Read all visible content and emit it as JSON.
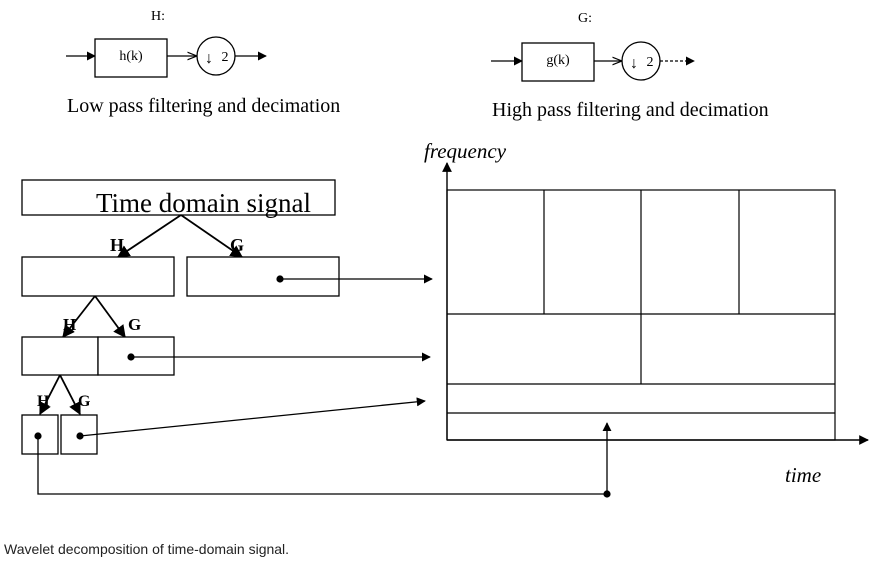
{
  "filters": {
    "lowpass": {
      "label": "H:",
      "block": "h(k)",
      "decimation": "2",
      "caption": "Low pass filtering and decimation"
    },
    "highpass": {
      "label": "G:",
      "block": "g(k)",
      "decimation": "2",
      "caption": "High pass filtering and decimation"
    }
  },
  "tree": {
    "root": "Time domain signal",
    "level1": {
      "low": "H",
      "high": "G"
    },
    "level2": {
      "low": "H",
      "high": "G"
    },
    "level3": {
      "low": "H",
      "high": "G"
    }
  },
  "tiling": {
    "y_axis": "frequency",
    "x_axis": "time"
  },
  "caption": "Wavelet decomposition of time-domain signal."
}
